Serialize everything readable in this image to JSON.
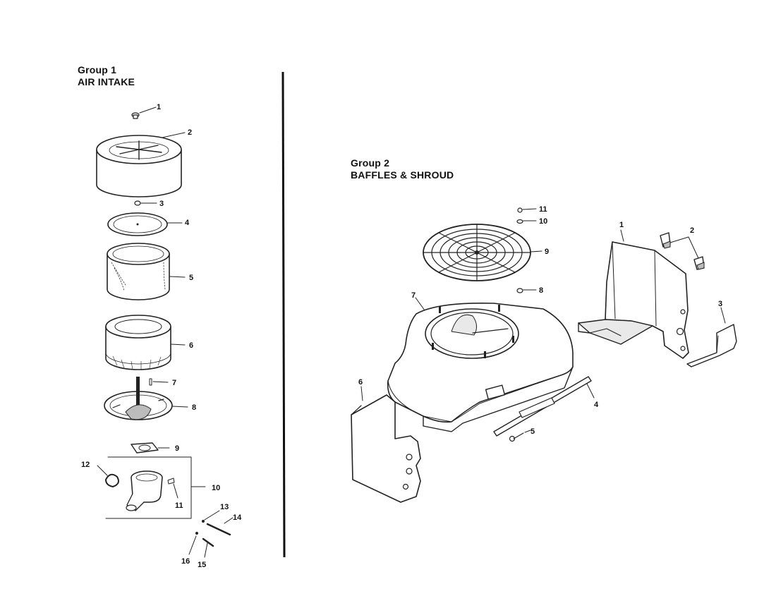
{
  "groups": [
    {
      "title": "Group 1",
      "subtitle": "AIR INTAKE",
      "callouts": [
        "1",
        "2",
        "3",
        "4",
        "5",
        "6",
        "7",
        "8",
        "9",
        "10",
        "11",
        "12",
        "13",
        "14",
        "15",
        "16"
      ]
    },
    {
      "title": "Group 2",
      "subtitle": "BAFFLES & SHROUD",
      "callouts": [
        "1",
        "2",
        "3",
        "4",
        "5",
        "6",
        "7",
        "8",
        "9",
        "10",
        "11"
      ]
    }
  ],
  "colors": {
    "ink": "#222222",
    "paper": "#ffffff",
    "shade": "#e9e9e9"
  }
}
